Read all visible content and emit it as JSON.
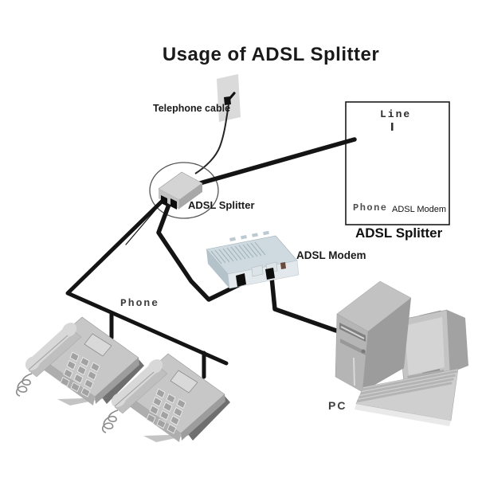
{
  "title": "Usage of ADSL Splitter",
  "annotations": {
    "telephone_cable": "Telephone cable",
    "splitter_label": "ADSL Splitter",
    "modem_label": "ADSL Modem",
    "phone_line_label": "Phone",
    "pc_label": "PC"
  },
  "splitter_detail": {
    "line_port": "Line",
    "phone_port": "Phone",
    "modem_port": "ADSL Modem",
    "caption": "ADSL Splitter"
  },
  "components": {
    "wall_jack": "telephone-wall-jack",
    "splitter": "adsl-splitter",
    "modem": "adsl-modem",
    "phones": [
      "desk-phone-1",
      "desk-phone-2"
    ],
    "pc": [
      "pc-tower",
      "pc-monitor",
      "pc-keyboard"
    ]
  },
  "colors": {
    "background": "#ffffff",
    "cable_black": "#141414",
    "thin_cable": "#252525",
    "device_gray": "#c7c7c7",
    "modem_top": "#cfdae0",
    "modem_front": "#e2e8eb",
    "annotation_circle": "#555555"
  }
}
